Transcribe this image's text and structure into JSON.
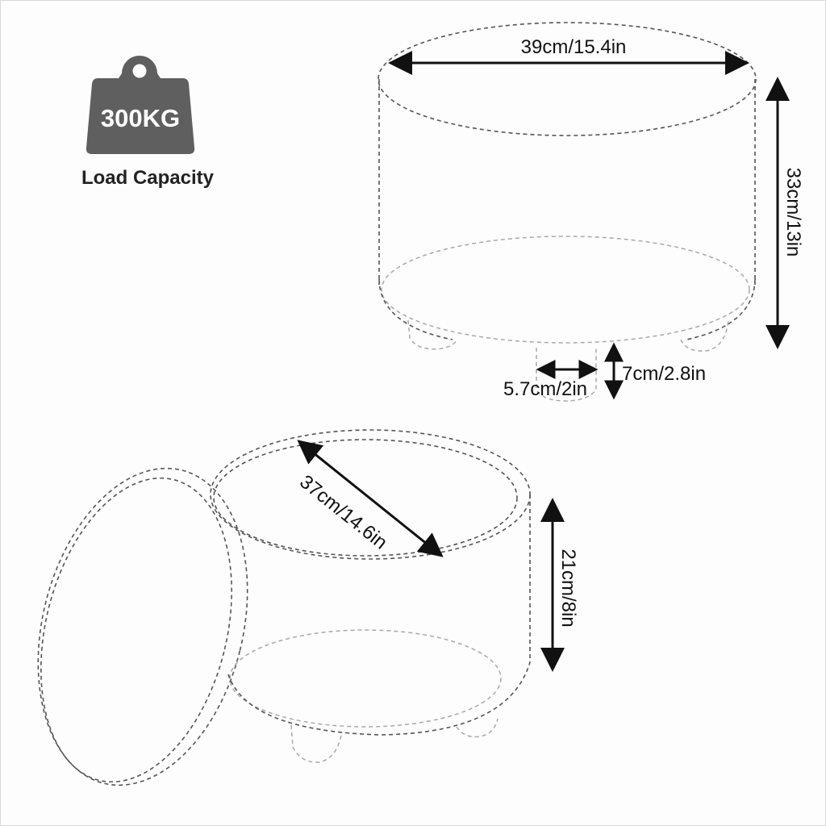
{
  "badge": {
    "weight_label": "300KG",
    "caption": "Load Capacity",
    "fill_color": "#5f5f5f"
  },
  "closed_ottoman": {
    "top_diameter": "39cm/15.4in",
    "height": "33cm/13in",
    "leg_width": "5.7cm/2in",
    "leg_height": "7cm/2.8in"
  },
  "open_ottoman": {
    "inner_diameter": "37cm/14.6in",
    "inner_depth": "21cm/8in"
  }
}
